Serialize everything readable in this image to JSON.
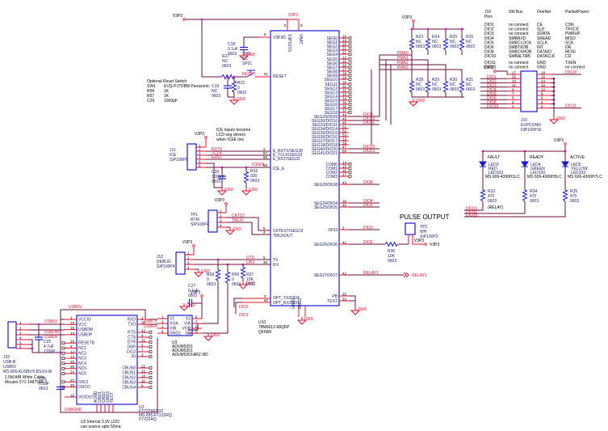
{
  "colors": {
    "wire": "#6b0f3a",
    "pin": "#e8102a",
    "body": "#1a1ad6",
    "label": "#1a1a6e",
    "junction": "#d21ad6"
  },
  "power": {
    "v3p3": "V3P3",
    "gnd": "GND",
    "usb5v": "USB5V",
    "usbgnd": "USBGND"
  },
  "u10": {
    "ref": "U10",
    "part": "78M6612-68QFP",
    "pkg": "QFN68",
    "top_pins": [
      {
        "name": "V3P3SYS",
        "num": "8"
      },
      {
        "name": "VBAT",
        "num": "9"
      }
    ],
    "left_pins": [
      {
        "name": "V3P3D",
        "num": "6"
      },
      {
        "name": "RESET",
        "num": "51"
      },
      {
        "name": "E_RXTX/SEG38",
        "num": "2"
      },
      {
        "name": "E_TCLK/SEG33",
        "num": "67"
      },
      {
        "name": "E_RST/SEG32",
        "num": "66"
      },
      {
        "name": "ICE_E",
        "num": "58"
      },
      {
        "name": "CKTEST/SEG19",
        "num": "5"
      },
      {
        "name": "TMUXOUT",
        "num": "4"
      },
      {
        "name": "TX",
        "num": "6"
      },
      {
        "name": "RX",
        "num": "48"
      },
      {
        "name": "OPT_TX/DIO2",
        "num": "3"
      },
      {
        "name": "OPT_RX/DIO1",
        "num": "60"
      }
    ],
    "right_pins": [
      {
        "name": "SEG0",
        "num": "18"
      },
      {
        "name": "SEG1",
        "num": "19"
      },
      {
        "name": "SEG2",
        "num": "20"
      },
      {
        "name": "SEG3",
        "num": "21"
      },
      {
        "name": "SEG4",
        "num": "11"
      },
      {
        "name": "SEG5",
        "num": "12"
      },
      {
        "name": "SEG6",
        "num": "25"
      },
      {
        "name": "SEG7",
        "num": "26"
      },
      {
        "name": "SEG8",
        "num": "27"
      },
      {
        "name": "SEG9",
        "num": "28"
      },
      {
        "name": "SEG10",
        "num": "29"
      },
      {
        "name": "SEG11",
        "num": "30"
      },
      {
        "name": "SEG12",
        "num": "31"
      },
      {
        "name": "SEG13",
        "num": "32"
      },
      {
        "name": "SEG14",
        "num": "33"
      },
      {
        "name": "SEG15",
        "num": "34"
      },
      {
        "name": "SEG16",
        "num": "35"
      },
      {
        "name": "SEG17",
        "num": "36"
      },
      {
        "name": "SEG18",
        "num": "37"
      },
      {
        "name": "SEG29/DIO9",
        "num": "44",
        "net": "DIO9"
      },
      {
        "name": "SEG30/DIO10",
        "num": "45",
        "net": "DIO10"
      },
      {
        "name": "SEG31/DIO11",
        "num": "46",
        "net": "DIO11"
      },
      {
        "name": "SEG34/DIO14",
        "num": "51"
      },
      {
        "name": "SEG35/DIO15",
        "num": "52"
      },
      {
        "name": "SEG36/DIO16",
        "num": "53"
      },
      {
        "name": "SEG37/DIO17",
        "num": "13"
      },
      {
        "name": "SEG18/DIO18",
        "num": "29"
      },
      {
        "name": "SEG40/DIO20",
        "num": "47",
        "net": "DIO20"
      },
      {
        "name": "SEG41/DIO21",
        "num": "68",
        "net": "DIO21"
      },
      {
        "name": "COM0",
        "num": "14"
      },
      {
        "name": "COM1",
        "num": "15"
      },
      {
        "name": "COM2",
        "num": "16"
      },
      {
        "name": "COM3",
        "num": "17"
      },
      {
        "name": "SEG28/DIO8",
        "num": "43",
        "net": "DIO8"
      },
      {
        "name": "SEG24/DIO4",
        "num": "39",
        "net": "DIO4"
      },
      {
        "name": "SEG25/DIO5",
        "num": "40",
        "net": "DIO5"
      },
      {
        "name": "DIO3",
        "num": "5",
        "net": "DIO3"
      },
      {
        "name": "SEG26/DIO6",
        "num": "41",
        "net": "DIO6"
      },
      {
        "name": "SEG27/DIO7",
        "num": "42",
        "net": "RELAY1"
      },
      {
        "name": "PB",
        "num": "65"
      },
      {
        "name": "TEST",
        "num": "63"
      }
    ],
    "bottom_pins": [
      {
        "name": "GND1",
        "num": "1"
      },
      {
        "name": "GND2",
        "num": "10"
      }
    ]
  },
  "reset": {
    "note_title": "Optional Reset Switch",
    "note_rows": [
      [
        "SW1",
        "EVQ-PJ7DBM Panasonic"
      ],
      [
        "R58",
        "1K"
      ],
      [
        "R57",
        "1K"
      ],
      [
        "C29",
        "1000pF"
      ]
    ],
    "r27": [
      "R27",
      "NC",
      "0603"
    ],
    "sw1": [
      "SW1",
      "NC",
      "SP21"
    ],
    "c19": [
      "C19",
      "NC",
      "0603"
    ],
    "r22": [
      "R22",
      "0",
      "0603"
    ],
    "c18": [
      "C18",
      "0.1uF",
      "0603"
    ],
    "net": "RESET"
  },
  "ice": {
    "ref": "J11",
    "name": "ICE",
    "pkg": "SIP100P6",
    "note": [
      "ICE inputs become",
      "LCD seg drivers",
      "when ICEE low"
    ],
    "nets": [
      "RXTX",
      "TCLK",
      "ERST",
      "ICEEN"
    ],
    "c20": [
      "C20",
      "1000pF",
      "0603"
    ],
    "r32": [
      "R32",
      "330",
      "0603"
    ]
  },
  "tp1": {
    "ref": "TP1",
    "name": "RTM",
    "pkg": "SIP100P4",
    "nets": [
      "CKTST",
      "TMUX"
    ]
  },
  "j12": {
    "ref": "J12",
    "name": "DEBUG",
    "pkg": "SIP100P4",
    "nets": [
      "UTX",
      "URX"
    ]
  },
  "pullups": {
    "r58": [
      "R58",
      "0",
      "0603"
    ],
    "r59": [
      "R59",
      "0",
      "0603"
    ],
    "r37": [
      "R37",
      "10K",
      "0603"
    ]
  },
  "pm_resistors": {
    "nets": [
      "PMA0",
      "PMA1",
      "PMA2",
      "PMA3"
    ],
    "top": [
      [
        "R23",
        "NC",
        "0603"
      ],
      [
        "R24",
        "NC",
        "0603"
      ],
      [
        "R25",
        "NC",
        "0603"
      ],
      [
        "R26",
        "NC",
        "0603"
      ]
    ],
    "bottom": [
      [
        "R28",
        "NC",
        "0603"
      ],
      [
        "R29",
        "NC",
        "0603"
      ],
      [
        "R30",
        "NC",
        "0603"
      ],
      [
        "R31",
        "NC",
        "0603"
      ]
    ]
  },
  "j10_table": {
    "headers": [
      "J10 Pins",
      "SM Bus",
      "OneNet",
      "PacketPower"
    ],
    "rows": [
      [
        "DIO1",
        "no connect",
        "CE",
        "CSN"
      ],
      [
        "DIO2",
        "no connect",
        "SLE",
        "TRXCE"
      ],
      [
        "DIO3",
        "no connect",
        "SDATA",
        "PWRUP"
      ],
      [
        "DIO4",
        "SMBRXD",
        "SREAD",
        "MISO"
      ],
      [
        "DIO5",
        "SMBCLOCK",
        "SCLK",
        "SCK"
      ],
      [
        "DIO6",
        "SMBTXDB",
        "INT",
        "DR"
      ],
      [
        "DIO8",
        "SMBCKHDB",
        "DATAIO",
        "MOSI"
      ],
      [
        "DIO10",
        "SMBALTRB",
        "DATACLK",
        "CD"
      ],
      [
        "DIO11",
        "no connect",
        "GND",
        "TXEN"
      ],
      [
        "DIO20",
        "no connect",
        "GND",
        "no connect"
      ]
    ]
  },
  "j10": {
    "ref": "J10",
    "name": "EXPCONN",
    "pkg": "DIP100P16",
    "left": [
      [
        "V3P3",
        "17"
      ],
      [
        "DIO1",
        "15"
      ],
      [
        "DIO2",
        "13"
      ],
      [
        "DIO3",
        "11"
      ],
      [
        "DIO4",
        "9"
      ],
      [
        "DIO5",
        "7"
      ],
      [
        "DIO6",
        "5"
      ],
      [
        "DIO8",
        "3"
      ],
      [
        "DIO10",
        "1"
      ]
    ],
    "right": [
      [
        "DIO20",
        "18"
      ],
      [
        "",
        "16"
      ],
      [
        "",
        "14"
      ],
      [
        "",
        "12"
      ],
      [
        "",
        "10"
      ],
      [
        "",
        "8"
      ],
      [
        "",
        "6"
      ],
      [
        "",
        "4"
      ],
      [
        "DIO11",
        "2"
      ]
    ]
  },
  "leds": [
    {
      "label": "FAULT",
      "ref": "LED3",
      "color": "RED",
      "part": "LED103",
      "mpn": "MS 606-4300H1LC",
      "r": [
        "R33",
        "470",
        "0603"
      ],
      "extra": "(RELAY)",
      "net": "DIO21"
    },
    {
      "label": "READY",
      "ref": "LED4",
      "color": "GREEN",
      "part": "LED100",
      "mpn": "MS 606-4300H5LC",
      "r": [
        "R34",
        "470",
        "0603"
      ],
      "net": "DIO11"
    },
    {
      "label": "ACTIVE",
      "ref": "LED5",
      "color": "YELLOW",
      "part": "LED103",
      "mpn": "MS 606-4300H7LC",
      "r": [
        "R35",
        "470",
        "0603"
      ],
      "net": "DIO20"
    }
  ],
  "pulse": {
    "title": "PULSE OUTPUT",
    "tp": [
      "TP2",
      "WH",
      "SIP100P2"
    ],
    "r36": [
      "R36",
      "10K",
      "0603"
    ]
  },
  "relay": {
    "net": "RELAY1",
    "port": "RELAY1"
  },
  "u3": {
    "ref": "U3",
    "lines": [
      "ADUM5201",
      "ADUM5201",
      "ADUM5201ARZ-ND"
    ],
    "left": [
      [
        "V1",
        "1"
      ],
      [
        "VOA",
        "2"
      ],
      [
        "VIB",
        "3"
      ],
      [
        "GND1",
        "4"
      ]
    ],
    "right": [
      [
        "V2",
        "8"
      ],
      [
        "VIA",
        "7"
      ],
      [
        "VOB",
        "6"
      ],
      [
        "G2",
        "5"
      ]
    ],
    "c27": [
      "C27",
      "0.1uF",
      "0603"
    ]
  },
  "u2": {
    "ref": "U2",
    "lines": [
      "FT232RFN32",
      "MS 895-FT232RQ",
      "FT232RQ"
    ],
    "left": [
      [
        "VCCIO",
        "1"
      ],
      [
        "VCC",
        "19"
      ],
      [
        "USBDM",
        "15"
      ],
      [
        "USBDP",
        "14"
      ],
      [
        "RESETB",
        "18"
      ],
      [
        "NC1",
        "5"
      ],
      [
        "NC2",
        "12"
      ],
      [
        "NC3",
        "13"
      ],
      [
        "NC4",
        "25"
      ],
      [
        "NC5",
        "29"
      ],
      [
        "NC6",
        "24"
      ],
      [
        "OSCI",
        "27"
      ],
      [
        "OSCO",
        "28"
      ],
      [
        "3V3OUT",
        "16"
      ]
    ],
    "right": [
      [
        "RXD",
        "2"
      ],
      [
        "TXD",
        "30"
      ],
      [
        "RTS",
        "32"
      ],
      [
        "CTS",
        "8"
      ],
      [
        "DTR",
        "31"
      ],
      [
        "DSR",
        "6"
      ],
      [
        "DCD",
        "7"
      ],
      [
        "RI",
        "3"
      ],
      [
        "CBUS0",
        "22"
      ],
      [
        "CBUS1",
        "21"
      ],
      [
        "CBUS2",
        "10"
      ],
      [
        "CBUS3",
        "11"
      ],
      [
        "CBUS4",
        "9"
      ]
    ],
    "bottom": [
      "AGND",
      "GND1",
      "GND2",
      "GND3",
      "TEST"
    ],
    "usb_nets": [
      "USBTX",
      "USBRX"
    ],
    "note": [
      "U2 Internal 3.3V LDO",
      "can source upto 50ma"
    ]
  },
  "j32": {
    "ref": "J32",
    "lines": [
      "USB-B",
      "USB5V",
      "MS 806-KUSBVX-BS1N-W"
    ],
    "cable": [
      "1.5M A/B White Cable",
      "Mouser 571-1487588-2"
    ]
  },
  "c25": [
    "C25",
    "4.7uF",
    "1206P"
  ],
  "c26": [
    "C26",
    "0.1uF",
    "0603"
  ],
  "misc_nets": [
    "DIO2",
    "DIO1",
    "USBDM",
    "USBDP"
  ]
}
